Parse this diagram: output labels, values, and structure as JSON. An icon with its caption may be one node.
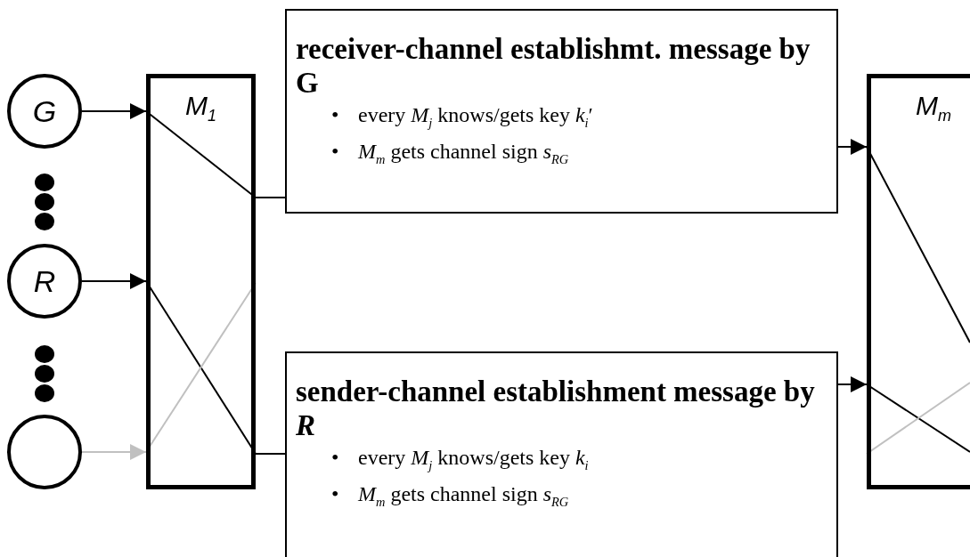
{
  "diagram": {
    "nodes": [
      {
        "text": [
          "G"
        ]
      },
      {
        "text": [
          "R"
        ]
      },
      {
        "text": [],
        "shape": "circle"
      },
      {
        "text": [
          "M$_{1}$"
        ]
      },
      {
        "text": [
          "receiver-channel establishmt. message by G",
          "•",
          "every *M*$_{j}$ knows/gets key *k*$_{i}$′",
          "•",
          "*M*$_{m}$ gets channel sign *s*$_{RG}$"
        ]
      },
      {
        "text": [
          "sender-channel establishment message by *R*",
          "•",
          "every *M*$_{j}$ knows/gets key *k*$_{i}$",
          "•",
          "*M*$_{m}$ gets channel sign *s*$_{RG}$"
        ]
      },
      {
        "text": [
          "M$_{m}$"
        ]
      }
    ],
    "edges": [
      {
        "from": 0,
        "to": 3,
        "arrow": "to"
      },
      {
        "from": 1,
        "to": 3,
        "arrow": "to"
      },
      {
        "from": 2,
        "to": 3,
        "arrow": "to",
        "color": "#c0c0c0"
      },
      {
        "from": 3,
        "to": 4,
        "arrow": "none"
      },
      {
        "from": 3,
        "to": 5,
        "arrow": "none"
      },
      {
        "from": 4,
        "to": 6,
        "arrow": "to"
      },
      {
        "from": 5,
        "to": 6,
        "arrow": "to"
      }
    ]
  }
}
